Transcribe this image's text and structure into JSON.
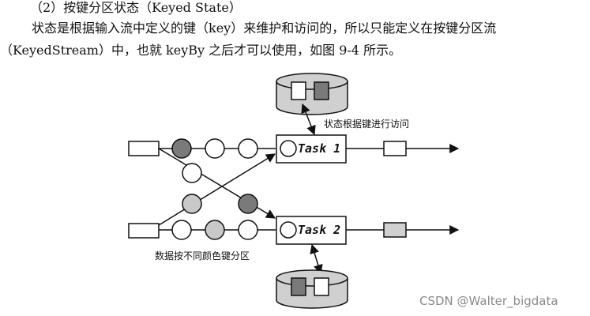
{
  "document": {
    "heading": "（2）按键分区状态（Keyed State）",
    "paragraph_line1": "状态是根据输入流中定义的键（key）来维护和访问的，所以只能定义在按键分区流",
    "paragraph_line2": "（KeyedStream）中，也就 keyBy 之后才可以使用，如图 9-4 所示。"
  },
  "diagram": {
    "task1_label": "Task 1",
    "task2_label": "Task 2",
    "state_access_label": "状态根据键进行访问",
    "partition_label": "数据按不同颜色键分区"
  },
  "watermark": "CSDN @Walter_bigdata",
  "colors": {
    "dark_grey": "#7a7a7a",
    "mid_grey": "#c9c9c9",
    "light_grey": "#d0d0d0",
    "white": "#ffffff",
    "stroke": "#111111"
  }
}
